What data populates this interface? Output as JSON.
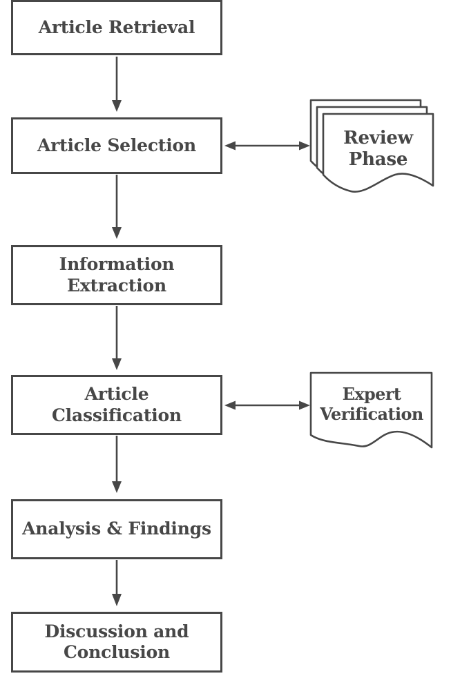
{
  "diagram": {
    "type": "flowchart",
    "colors": {
      "ink": "#474747",
      "node_fill": "#ffffff",
      "background": "#ffffff"
    },
    "process_boxes": [
      {
        "id": "article-retrieval",
        "label": "Article Retrieval"
      },
      {
        "id": "article-selection",
        "label": "Article Selection"
      },
      {
        "id": "information-extraction",
        "label": "Information\nExtraction"
      },
      {
        "id": "article-classification",
        "label": "Article\nClassification"
      },
      {
        "id": "analysis-findings",
        "label": "Analysis & Findings"
      },
      {
        "id": "discussion-conclusion",
        "label": "Discussion and\nConclusion"
      }
    ],
    "documents": [
      {
        "id": "review-phase",
        "label": "Review\nPhase",
        "shape": "multi-document"
      },
      {
        "id": "expert-verification",
        "label": "Expert\nVerification",
        "shape": "document"
      }
    ],
    "connections": [
      {
        "from": "article-retrieval",
        "to": "article-selection",
        "style": "arrow-down"
      },
      {
        "from": "article-selection",
        "to": "review-phase",
        "style": "double-headed"
      },
      {
        "from": "article-selection",
        "to": "information-extraction",
        "style": "arrow-down"
      },
      {
        "from": "information-extraction",
        "to": "article-classification",
        "style": "arrow-down"
      },
      {
        "from": "article-classification",
        "to": "expert-verification",
        "style": "double-headed"
      },
      {
        "from": "article-classification",
        "to": "analysis-findings",
        "style": "arrow-down"
      },
      {
        "from": "analysis-findings",
        "to": "discussion-conclusion",
        "style": "arrow-down"
      }
    ]
  }
}
